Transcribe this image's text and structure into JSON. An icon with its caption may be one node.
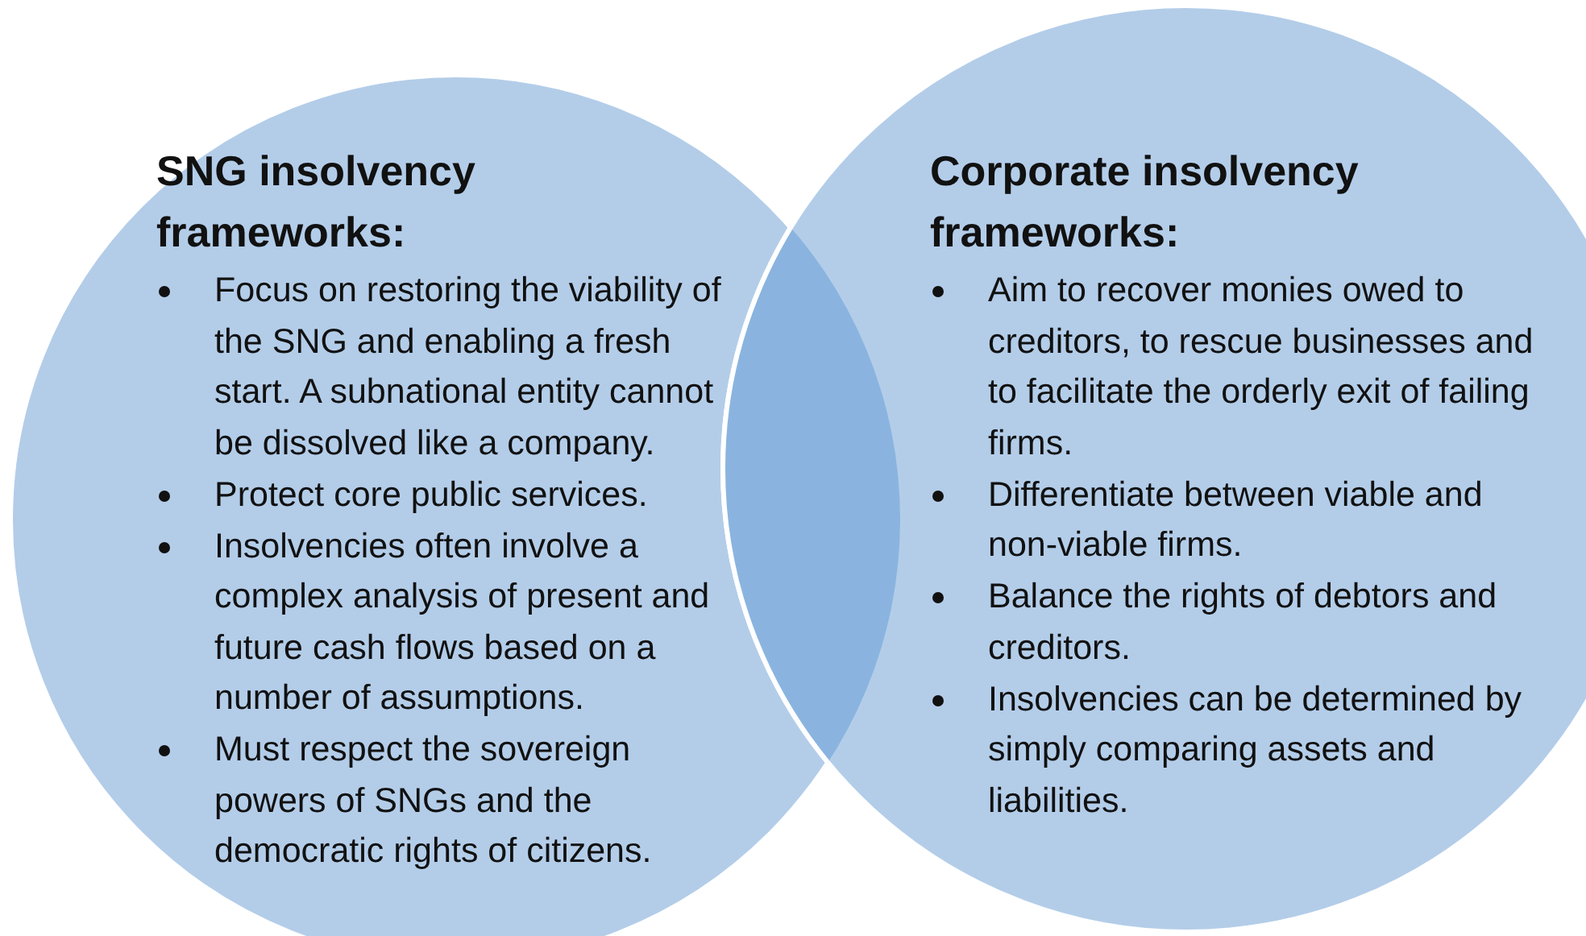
{
  "diagram": {
    "nodes": [
      {
        "text": [
          "SNG insolvency frameworks:",
          "Focus on restoring the viability of the SNG and enabling a fresh start. A subnational entity cannot be dissolved like a company.",
          "Protect core public services.",
          "Insolvencies often involve a complex analysis of present and future cash flows based on a number of assumptions.",
          "Must respect the sovereign powers of SNGs and the democratic rights of citizens."
        ]
      },
      {
        "text": [
          "Corporate insolvency frameworks:",
          "Aim to recover monies owed to creditors, to rescue businesses and to facilitate the orderly exit of failing firms.",
          "Differentiate between viable and non-viable firms.",
          "Balance the rights of debtors and creditors.",
          "Insolvencies can be determined by simply comparing assets and liabilities."
        ]
      }
    ]
  }
}
